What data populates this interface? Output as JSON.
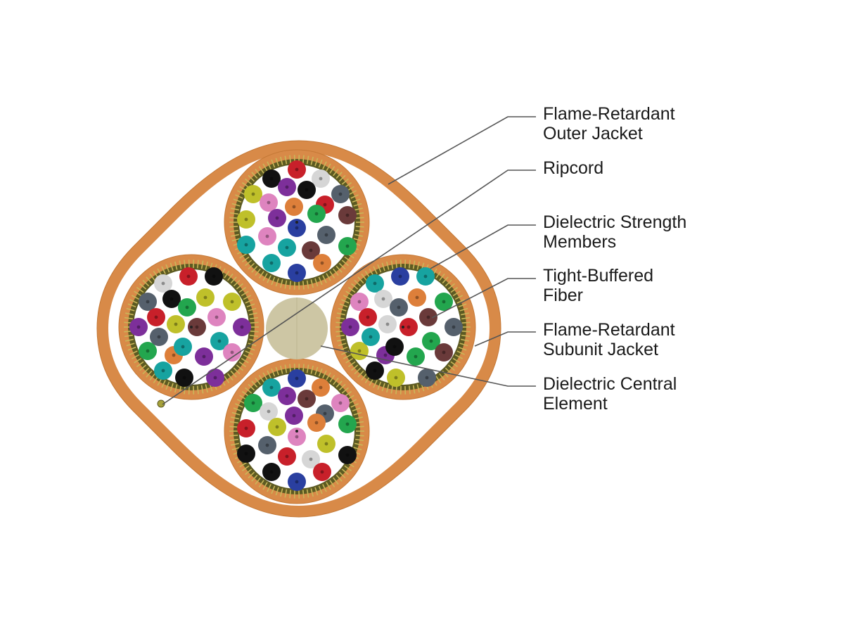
{
  "colors": {
    "jacket": "#d88a48",
    "jacket_edge": "#c47836",
    "strength_dark": "#5c5a22",
    "strength_light": "#c9b75a",
    "central_element": "#cdc6a4",
    "leader_line": "#555555",
    "fiber_palette": {
      "blue": "#2a3fa0",
      "orange": "#dd7f3a",
      "green": "#23a64e",
      "brown": "#6a3a3a",
      "slate": "#55606c",
      "white": "#d6d6d6",
      "red": "#c8202a",
      "black": "#111111",
      "yellow": "#bfc02a",
      "violet": "#7d2f9a",
      "rose": "#de84bf",
      "aqua": "#17a3a0"
    }
  },
  "labels": [
    {
      "id": "outer-jacket",
      "lines": [
        "Flame-Retardant",
        "Outer Jacket"
      ]
    },
    {
      "id": "ripcord",
      "lines": [
        "Ripcord"
      ]
    },
    {
      "id": "strength-members",
      "lines": [
        "Dielectric Strength",
        "Members"
      ]
    },
    {
      "id": "tight-buffered-fiber",
      "lines": [
        "Tight-Buffered",
        "Fiber"
      ]
    },
    {
      "id": "subunit-jacket",
      "lines": [
        "Flame-Retardant",
        "Subunit Jacket"
      ]
    },
    {
      "id": "central-element",
      "lines": [
        "Dielectric Central",
        "Element"
      ]
    }
  ],
  "subunits": [
    {
      "id": "top"
    },
    {
      "id": "left"
    },
    {
      "id": "right"
    },
    {
      "id": "bottom"
    }
  ]
}
